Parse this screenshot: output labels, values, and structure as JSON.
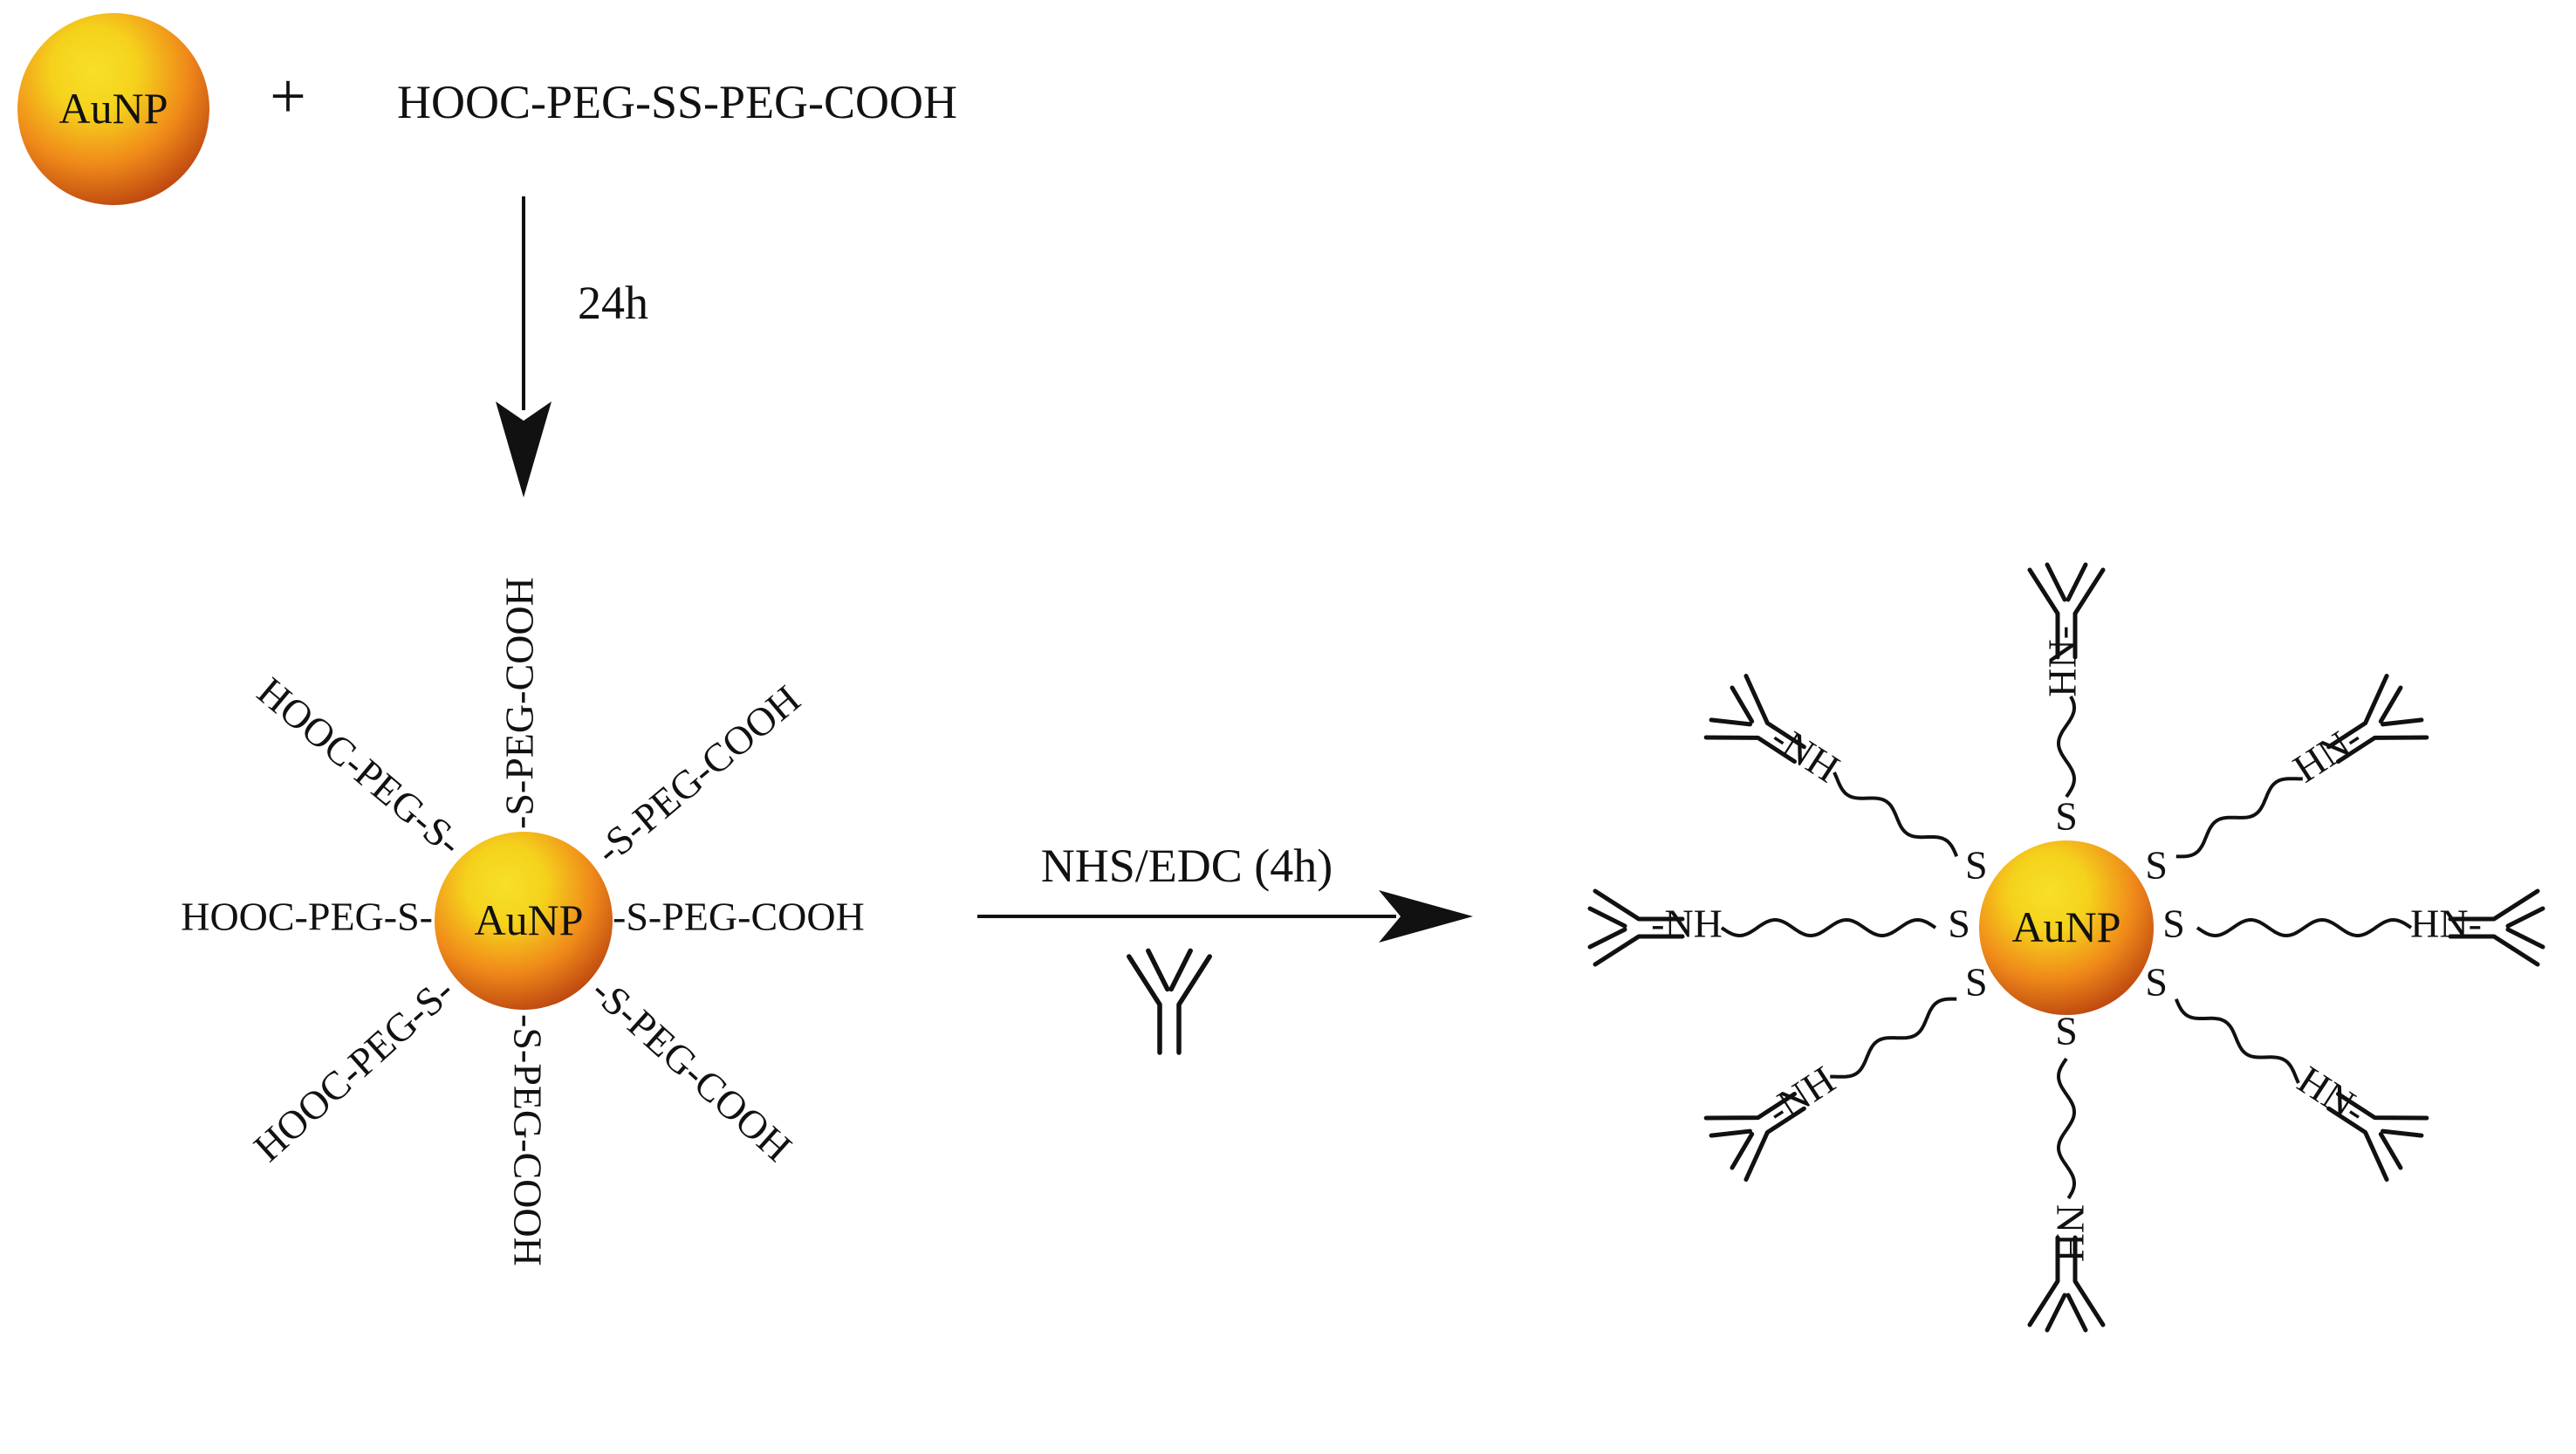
{
  "colors": {
    "np_core": "#f5d21c",
    "np_mid": "#f08a1a",
    "np_edge": "#b8410f",
    "ink": "#111111"
  },
  "reactants": {
    "particle_label": "AuNP",
    "plus_sign": "+",
    "reagent": "HOOC-PEG-SS-PEG-COOH"
  },
  "step1": {
    "condition": "24h"
  },
  "intermediate": {
    "particle_label": "AuNP",
    "ligands": {
      "top": "-S-PEG-COOH",
      "upper_right": "-S-PEG-COOH",
      "right": "-S-PEG-COOH",
      "lower_right": "-S-PEG-COOH",
      "bottom": "-S-PEG-COOH",
      "lower_left": "HOOC-PEG-S-",
      "left": "HOOC-PEG-S-",
      "upper_left": "HOOC-PEG-S-"
    }
  },
  "step2": {
    "condition": "NHS/EDC (4h)",
    "reagent_icon": "antibody-icon"
  },
  "product": {
    "particle_label": "AuNP",
    "sulfur_label": "S",
    "linkers": {
      "top": "HN-",
      "upper_right": "HN-",
      "right": "HN-",
      "lower_right": "HN-",
      "bottom": "NH",
      "lower_left": "-NH",
      "left": "-NH",
      "upper_left": "-NH"
    }
  }
}
